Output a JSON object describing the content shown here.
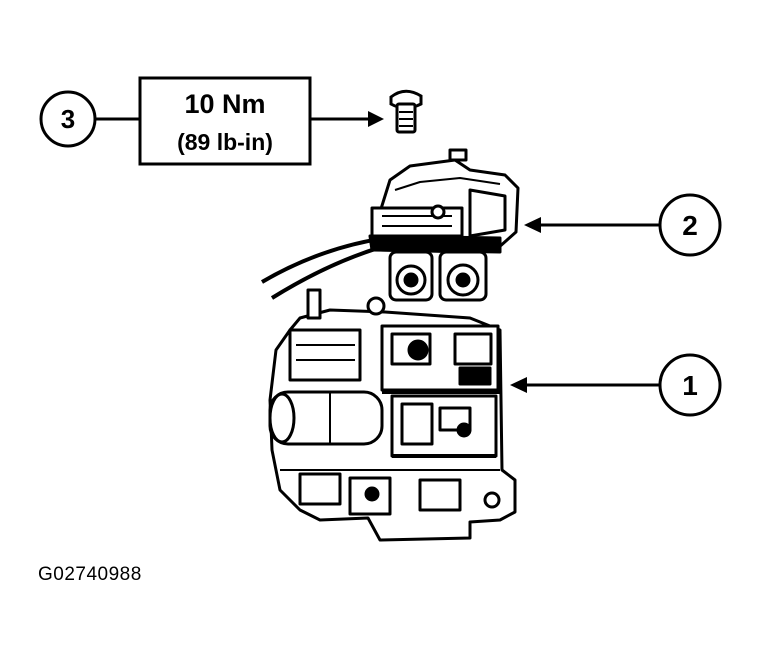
{
  "callouts": {
    "one": "1",
    "two": "2",
    "three": "3"
  },
  "torque_spec": {
    "metric": "10 Nm",
    "imperial": "(89 lb-in)"
  },
  "figure_code": "G02740988",
  "colors": {
    "ink": "#000000",
    "paper": "#ffffff"
  }
}
